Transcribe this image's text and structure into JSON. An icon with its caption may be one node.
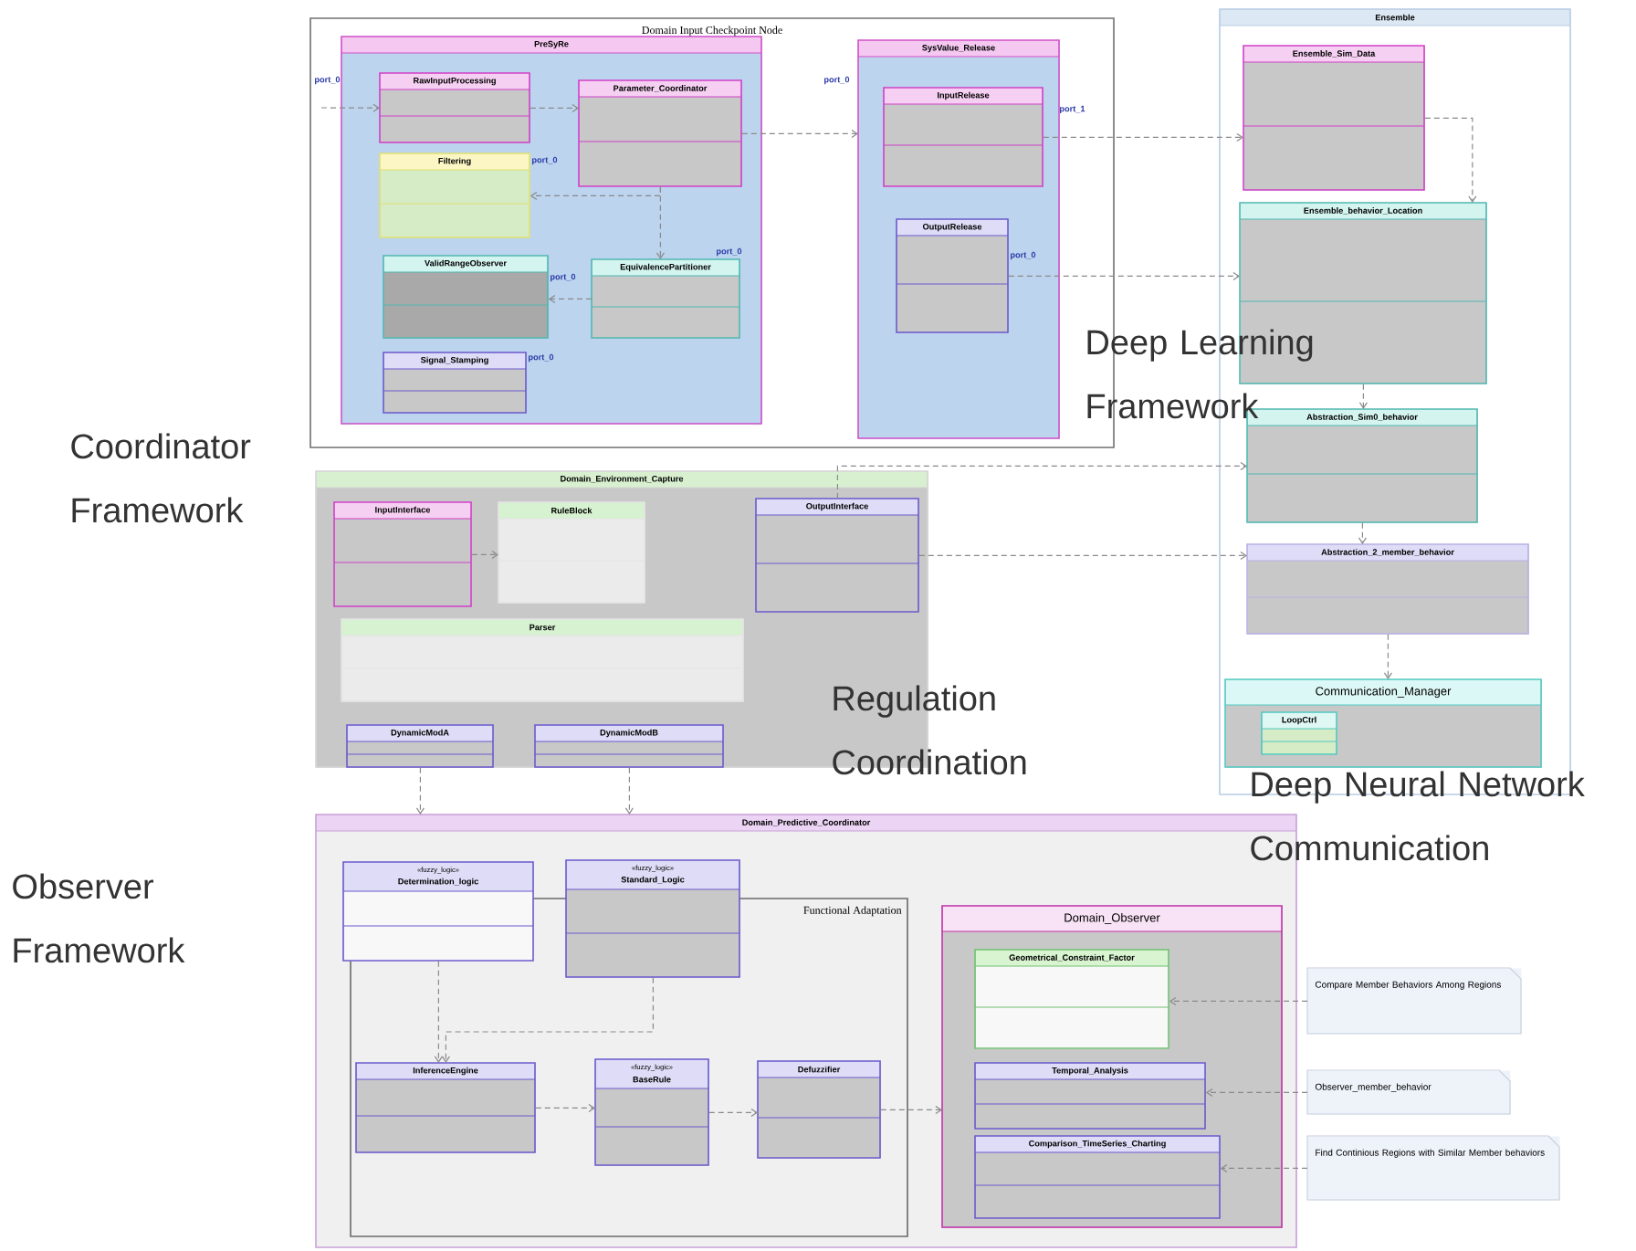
{
  "diagram": {
    "nodes": [
      {
        "text": [
          "Domain Input Checkpoint Node"
        ]
      },
      {
        "text": [
          "PreSyRe"
        ],
        "in": 0,
        "beside": [
          "port_0"
        ]
      },
      {
        "text": [
          "RawInputProcessing"
        ],
        "in": 1
      },
      {
        "text": [
          "Parameter_Coordinator"
        ],
        "in": 1
      },
      {
        "text": [
          "Filtering"
        ],
        "in": 1,
        "beside": [
          "port_0"
        ]
      },
      {
        "text": [
          "ValidRangeObserver"
        ],
        "in": 1,
        "beside": [
          "port_0"
        ]
      },
      {
        "text": [
          "EquivalencePartitioner"
        ],
        "in": 1,
        "beside": [
          "port_0"
        ]
      },
      {
        "text": [
          "Signal_Stamping"
        ],
        "in": 1,
        "beside": [
          "port_0"
        ]
      },
      {
        "text": [
          "SysValue_Release"
        ],
        "in": 0,
        "beside": [
          "port_0",
          "port_1"
        ]
      },
      {
        "text": [
          "InputRelease"
        ],
        "in": 8
      },
      {
        "text": [
          "OutputRelease"
        ],
        "in": 8,
        "beside": [
          "port_0"
        ]
      },
      {
        "text": [
          "Ensemble"
        ]
      },
      {
        "text": [
          "Ensemble_Sim_Data"
        ],
        "in": 11
      },
      {
        "text": [
          "Ensemble_behavior_Location"
        ],
        "in": 11
      },
      {
        "text": [
          "Abstraction_Sim0_behavior"
        ],
        "in": 11
      },
      {
        "text": [
          "Abstraction_2_member_behavior"
        ],
        "in": 11
      },
      {
        "text": [
          "Communication_Manager"
        ],
        "in": 11
      },
      {
        "text": [
          "LoopCtrl"
        ],
        "in": 16
      },
      {
        "text": [
          "Domain_Environment_Capture"
        ]
      },
      {
        "text": [
          "InputInterface"
        ],
        "in": 18
      },
      {
        "text": [
          "RuleBlock"
        ],
        "in": 18
      },
      {
        "text": [
          "OutputInterface"
        ],
        "in": 18
      },
      {
        "text": [
          "Parser"
        ],
        "in": 18
      },
      {
        "text": [
          "DynamicModA"
        ],
        "in": 18
      },
      {
        "text": [
          "DynamicModB"
        ],
        "in": 18
      },
      {
        "text": [
          "Domain_Predictive_Coordinator"
        ]
      },
      {
        "text": [
          "Functional Adaptation"
        ],
        "in": 25
      },
      {
        "text": [
          "«fuzzy_logic»",
          "Determination_logic"
        ],
        "in": 25
      },
      {
        "text": [
          "«fuzzy_logic»",
          "Standard_Logic"
        ],
        "in": 25
      },
      {
        "text": [
          "InferenceEngine"
        ],
        "in": 26
      },
      {
        "text": [
          "«fuzzy_logic»",
          "BaseRule"
        ],
        "in": 26
      },
      {
        "text": [
          "Defuzzifier"
        ],
        "in": 26
      },
      {
        "text": [
          "Domain_Observer"
        ],
        "in": 25
      },
      {
        "text": [
          "Geometrical_Constraint_Factor"
        ],
        "in": 32
      },
      {
        "text": [
          "Temporal_Analysis"
        ],
        "in": 32
      },
      {
        "text": [
          "Comparison_TimeSeries_Charting"
        ],
        "in": 32
      },
      {
        "text": [
          "Compare Member Behaviors Among Regions"
        ]
      },
      {
        "text": [
          "Observer_member_behavior"
        ]
      },
      {
        "text": [
          "Find Continious Regions with Similar Member behaviors"
        ]
      }
    ],
    "edges": [
      {
        "from": null,
        "to": 2,
        "arrow": "to",
        "style": "dashed"
      },
      {
        "from": 2,
        "to": 3,
        "arrow": "to",
        "style": "dashed"
      },
      {
        "from": 3,
        "to": 4,
        "arrow": "to",
        "style": "dashed"
      },
      {
        "from": 6,
        "to": 5,
        "arrow": "to",
        "style": "dashed"
      },
      {
        "from": 3,
        "to": 6,
        "arrow": "to",
        "style": "dashed"
      },
      {
        "from": 3,
        "to": 8,
        "arrow": "to",
        "style": "dashed"
      },
      {
        "from": 9,
        "to": 12,
        "arrow": "to",
        "style": "dashed"
      },
      {
        "from": 12,
        "to": 13,
        "arrow": "to",
        "style": "dashed"
      },
      {
        "from": 10,
        "to": 13,
        "arrow": "to",
        "style": "dashed"
      },
      {
        "from": 13,
        "to": 14,
        "arrow": "to",
        "style": "dashed"
      },
      {
        "from": 14,
        "to": 15,
        "arrow": "to",
        "style": "dashed"
      },
      {
        "from": 15,
        "to": 16,
        "arrow": "to",
        "style": "dashed"
      },
      {
        "from": 21,
        "to": 15,
        "arrow": "to",
        "style": "dashed"
      },
      {
        "from": 21,
        "to": 14,
        "arrow": "to",
        "style": "dashed"
      },
      {
        "from": 23,
        "to": 25,
        "arrow": "to",
        "style": "dashed"
      },
      {
        "from": 24,
        "to": 25,
        "arrow": "to",
        "style": "dashed"
      },
      {
        "from": 19,
        "to": 20,
        "arrow": "to",
        "style": "dashed"
      },
      {
        "from": 27,
        "to": 29,
        "arrow": "to",
        "style": "dashed"
      },
      {
        "from": 28,
        "to": 29,
        "arrow": "to",
        "style": "dashed"
      },
      {
        "from": 29,
        "to": 30,
        "arrow": "to",
        "style": "dashed"
      },
      {
        "from": 30,
        "to": 31,
        "arrow": "to",
        "style": "dashed"
      },
      {
        "from": 31,
        "to": 32,
        "arrow": "to",
        "style": "dashed"
      },
      {
        "from": 36,
        "to": 33,
        "arrow": "to",
        "style": "dashed"
      },
      {
        "from": 37,
        "to": 34,
        "arrow": "to",
        "style": "dashed"
      },
      {
        "from": 38,
        "to": 35,
        "arrow": "to",
        "style": "dashed"
      }
    ],
    "labels": [
      "Deep Learning Framework",
      "Coordinator Framework",
      "Regulation Coordination",
      "Deep Neural Network Communication",
      "Observer Framework"
    ]
  }
}
